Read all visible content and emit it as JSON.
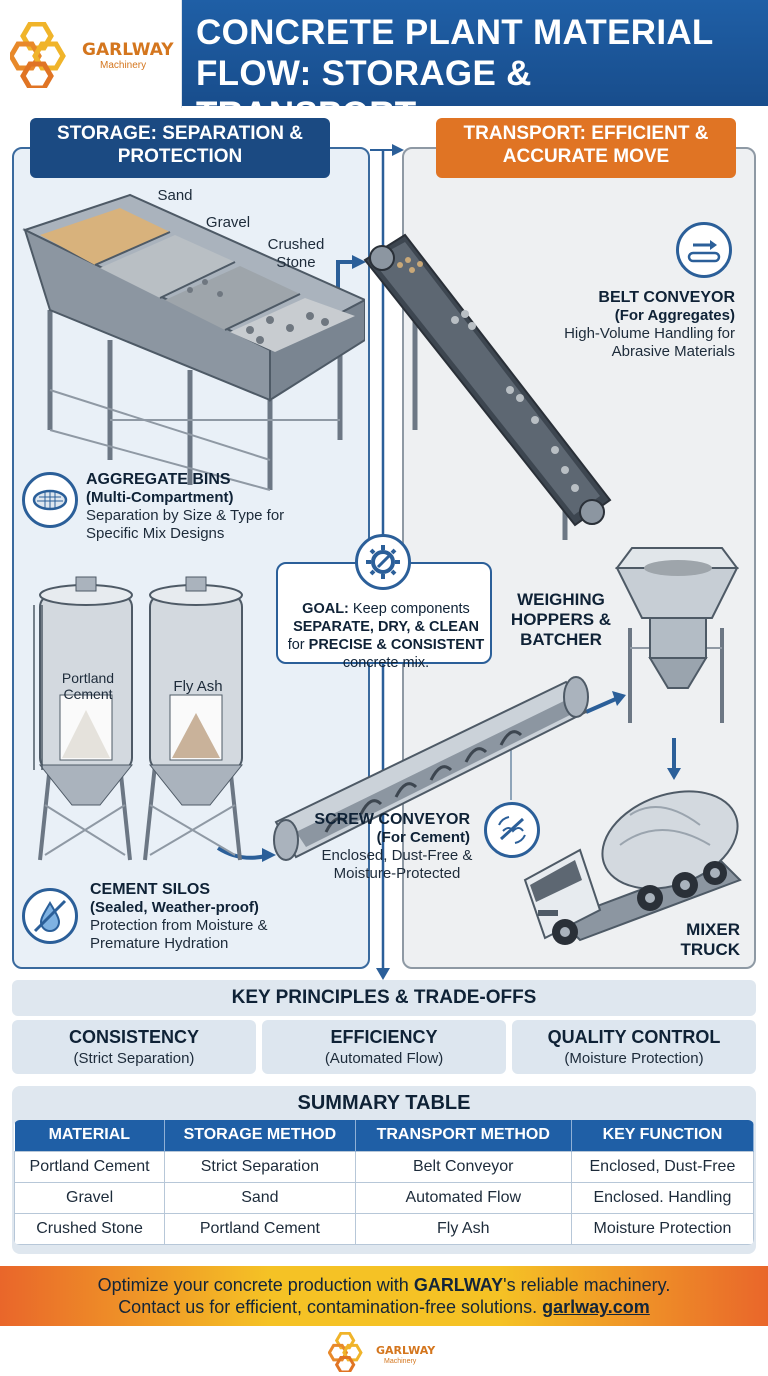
{
  "header": {
    "logo_brand": "GARLWAY",
    "logo_sub": "Machinery",
    "title": "CONCRETE PLANT MATERIAL FLOW: STORAGE & TRANSPORT"
  },
  "storage": {
    "tag": "STORAGE: SEPARATION & PROTECTION",
    "bins_labels": [
      "Sand",
      "Gravel",
      "Crushed Stone"
    ],
    "aggregate": {
      "title": "AGGREGATE BINS",
      "subtitle": "(Multi-Compartment)",
      "desc": "Separation by Size & Type for Specific Mix Designs"
    },
    "silo_labels": [
      "Portland Cement",
      "Fly Ash"
    ],
    "silos": {
      "title": "CEMENT SILOS",
      "subtitle": "(Sealed, Weather-proof)",
      "desc": "Protection from Moisture & Premature Hydration"
    }
  },
  "transport": {
    "tag": "TRANSPORT: EFFICIENT & ACCURATE MOVE",
    "belt": {
      "title": "BELT CONVEYOR",
      "subtitle": "(For Aggregates)",
      "desc": "High-Volume Handling for Abrasive Materials"
    },
    "weighing": "WEIGHING HOPPERS & BATCHER",
    "screw": {
      "title": "SCREW CONVEYOR",
      "subtitle": "(For Cement)",
      "desc": "Enclosed, Dust-Free & Moisture-Protected"
    },
    "mixer": "MIXER TRUCK"
  },
  "goal": {
    "lead": "GOAL:",
    "text1": " Keep components ",
    "strong1": "SEPARATE, DRY, & CLEAN",
    "text2": " for ",
    "strong2": "PRECISE & CONSISTENT",
    "text3": " concrete mix."
  },
  "principles": {
    "title": "KEY PRINCIPLES & TRADE-OFFS",
    "items": [
      {
        "title": "CONSISTENCY",
        "sub": "(Strict Separation)"
      },
      {
        "title": "EFFICIENCY",
        "sub": "(Automated Flow)"
      },
      {
        "title": "QUALITY CONTROL",
        "sub": "(Moisture Protection)"
      }
    ]
  },
  "summary": {
    "title": "SUMMARY TABLE",
    "headers": [
      "MATERIAL",
      "STORAGE METHOD",
      "TRANSPORT METHOD",
      "KEY FUNCTION"
    ],
    "rows": [
      [
        "Portland Cement",
        "Strict Separation",
        "Belt Conveyor",
        "Enclosed, Dust-Free"
      ],
      [
        "Gravel",
        "Sand",
        "Automated Flow",
        "Enclosed. Handling"
      ],
      [
        "Crushed Stone",
        "Portland Cement",
        "Fly Ash",
        "Moisture Protection"
      ]
    ]
  },
  "footer": {
    "line1_a": "Optimize your concrete production with ",
    "line1_b": "GARLWAY",
    "line1_c": "'s reliable machinery.",
    "line2_a": "Contact us for efficient, contamination-free solutions. ",
    "line2_b": "garlway.com"
  },
  "colors": {
    "brand_blue": "#1f5fa6",
    "dark_blue": "#1b4a82",
    "accent_orange": "#e07424",
    "logo_gold": "#f0b42a"
  }
}
